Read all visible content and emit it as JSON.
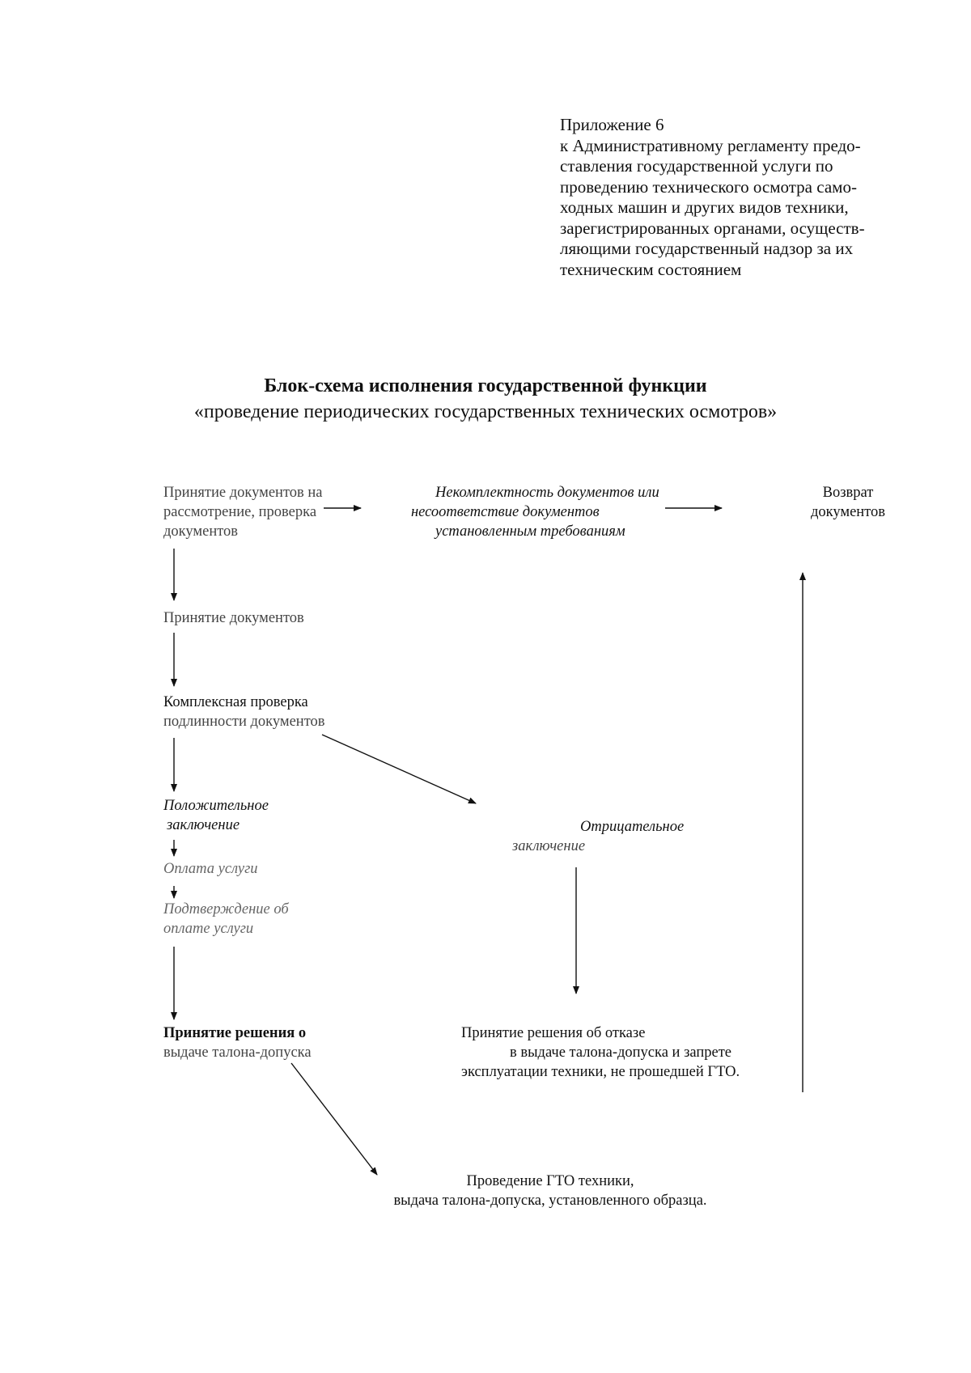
{
  "appendix": {
    "lines": [
      "Приложение 6",
      "к Административному регламенту предо-",
      "ставления государственной услуги по",
      "проведению технического осмотра само-",
      "ходных машин и других видов техники,",
      "зарегистрированных органами, осуществ-",
      "ляющими государственный надзор за их",
      "техническим состоянием"
    ]
  },
  "title": {
    "line1": "Блок-схема исполнения  государственной функции",
    "line2": "«проведение периодических государственных технических осмотров»"
  },
  "nodes": {
    "accept_review": [
      "Принятие документов на",
      "рассмотрение, проверка",
      "документов"
    ],
    "incomplete": [
      "Некомплектность документов или",
      "несоответствие документов",
      "установленным требованиям"
    ],
    "return_docs": [
      "Возврат",
      "документов"
    ],
    "accept_docs": [
      "Принятие документов"
    ],
    "complex_check": [
      "Комплексная проверка",
      "подлинности документов"
    ],
    "positive": [
      "Положительное",
      "заключение"
    ],
    "negative": [
      "Отрицательное",
      "заключение"
    ],
    "payment": [
      "Оплата услуги"
    ],
    "payment_confirm": [
      "Подтверждение об",
      "оплате услуги"
    ],
    "decision_issue": [
      "Принятие решения о",
      "выдаче талона-допуска"
    ],
    "decision_refuse": [
      "Принятие решения об отказе",
      "в выдаче талона-допуска и запрете",
      "эксплуатации техники, не прошедшей ГТО."
    ],
    "conduct_gto": [
      "Проведение ГТО техники,",
      "выдача талона-допуска, установленного образца."
    ]
  }
}
